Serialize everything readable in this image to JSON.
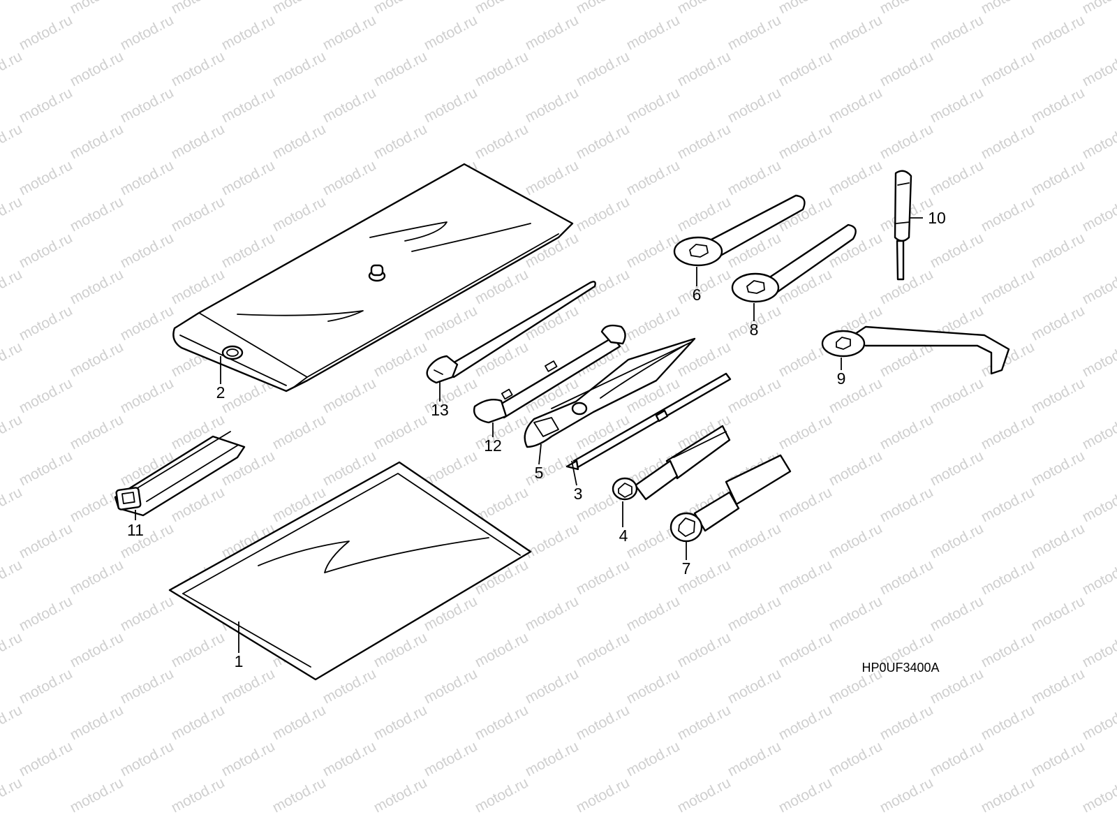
{
  "watermark": {
    "text": "motod.ru"
  },
  "diagram_code": "HP0UF3400A",
  "callouts": {
    "c1": "1",
    "c2": "2",
    "c3": "3",
    "c4": "4",
    "c5": "5",
    "c6": "6",
    "c7": "7",
    "c8": "8",
    "c9": "9",
    "c10": "10",
    "c11": "11",
    "c12": "12",
    "c13": "13"
  }
}
